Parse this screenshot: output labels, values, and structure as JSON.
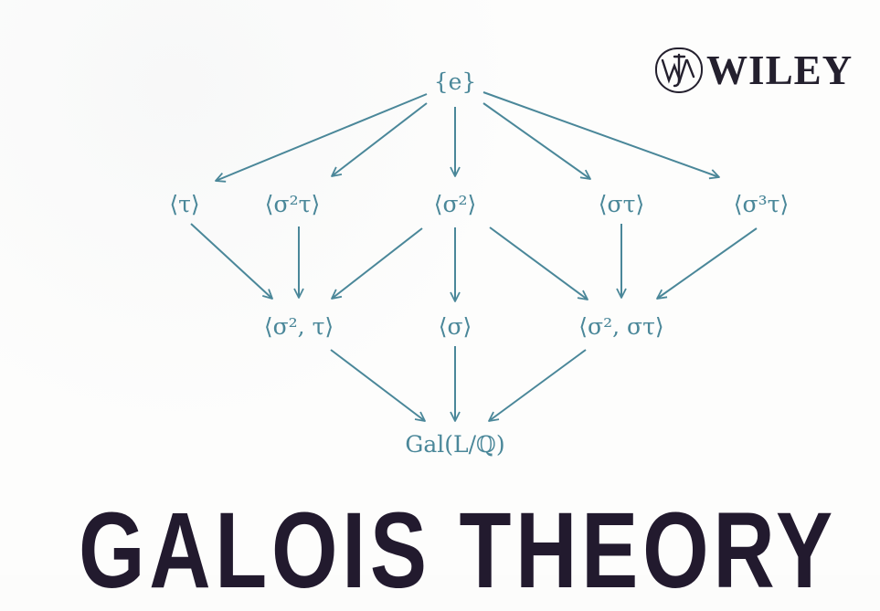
{
  "cover": {
    "publisher": {
      "name": "WILEY",
      "logo_icon": "wiley-jw-monogram-icon"
    },
    "diagram": {
      "description": "Subgroup lattice of Gal(L/Q)",
      "color": "#4a8799",
      "nodes": {
        "top": "{e}",
        "row1": [
          "⟨τ⟩",
          "⟨σ²τ⟩",
          "⟨σ²⟩",
          "⟨στ⟩",
          "⟨σ³τ⟩"
        ],
        "row2": [
          "⟨σ², τ⟩",
          "⟨σ⟩",
          "⟨σ², στ⟩"
        ],
        "bottom": "Gal(L/ℚ)"
      },
      "edges": [
        [
          "{e}",
          "⟨τ⟩"
        ],
        [
          "{e}",
          "⟨σ²τ⟩"
        ],
        [
          "{e}",
          "⟨σ²⟩"
        ],
        [
          "{e}",
          "⟨στ⟩"
        ],
        [
          "{e}",
          "⟨σ³τ⟩"
        ],
        [
          "⟨τ⟩",
          "⟨σ², τ⟩"
        ],
        [
          "⟨σ²τ⟩",
          "⟨σ², τ⟩"
        ],
        [
          "⟨σ²⟩",
          "⟨σ², τ⟩"
        ],
        [
          "⟨σ²⟩",
          "⟨σ⟩"
        ],
        [
          "⟨σ²⟩",
          "⟨σ², στ⟩"
        ],
        [
          "⟨στ⟩",
          "⟨σ², στ⟩"
        ],
        [
          "⟨σ³τ⟩",
          "⟨σ², στ⟩"
        ],
        [
          "⟨σ², τ⟩",
          "Gal(L/ℚ)"
        ],
        [
          "⟨σ⟩",
          "Gal(L/ℚ)"
        ],
        [
          "⟨σ², στ⟩",
          "Gal(L/ℚ)"
        ]
      ]
    },
    "title": "GALOIS THEORY",
    "title_color": "#221a2e"
  }
}
